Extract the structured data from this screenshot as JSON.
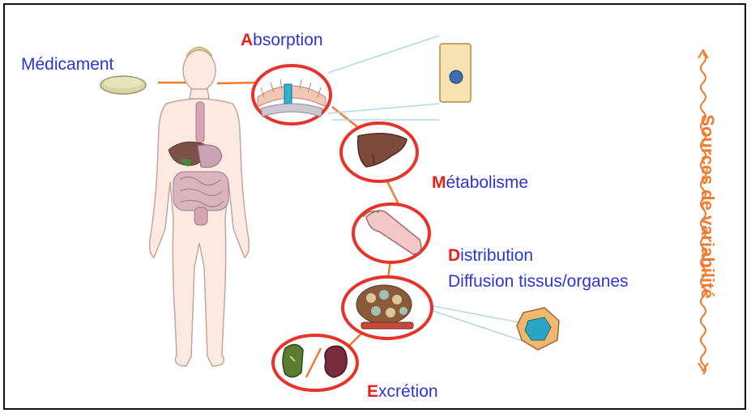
{
  "labels": {
    "medicament": "Médicament",
    "absorption": {
      "initial": "A",
      "rest": "bsorption"
    },
    "metabolisme": {
      "initial": "M",
      "rest": "étabolisme"
    },
    "distribution": {
      "initial": "D",
      "rest": "istribution"
    },
    "diffusion": "Diffusion tissus/organes",
    "excretion": {
      "initial": "E",
      "rest": "xcrétion"
    },
    "variability": "Sources de variabilité"
  },
  "colors": {
    "label_blue": "#2c34d6",
    "initial_red": "#e3211c",
    "ring_red": "#e8322a",
    "connector_orange": "#f07a2e",
    "skin": "#fbe9e2"
  },
  "icons": [
    "pill-icon",
    "human-body-icon",
    "intestine-icon",
    "cell-icon",
    "liver-icon",
    "blood-vessel-icon",
    "capillary-tissue-icon",
    "tissue-cell-icon",
    "kidney-icon",
    "gallbladder-icon"
  ]
}
